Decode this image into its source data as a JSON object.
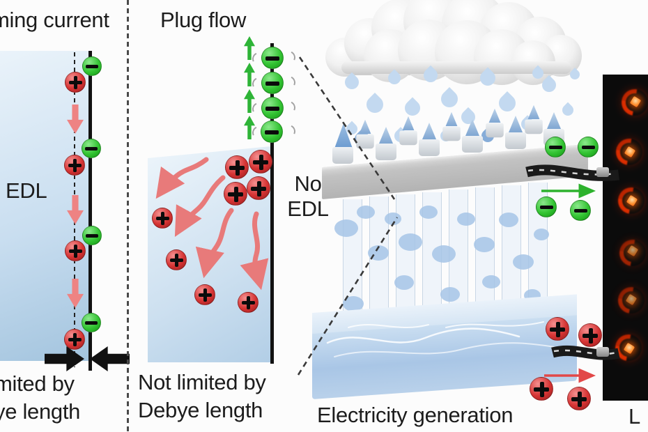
{
  "left_panel": {
    "title": "ming current",
    "edl_label": "EDL",
    "caption_line1": "mited by",
    "caption_line2": "ye length"
  },
  "middle_panel": {
    "title": "Plug flow",
    "no_edl_line1": "No",
    "no_edl_line2": "EDL",
    "caption_line1": "Not limited by",
    "caption_line2": "Debye length"
  },
  "right_panel": {
    "caption": "Electricity generation",
    "led_label": "L"
  },
  "colors": {
    "positive_charge": "#d63434",
    "negative_charge": "#33c433",
    "flow_arrow_red": "#e87a7a",
    "flow_arrow_green": "#2db22d",
    "water_blue": "#a9c6e6",
    "led_orange": "#ff9030",
    "panel_black": "#0b0b0b"
  }
}
